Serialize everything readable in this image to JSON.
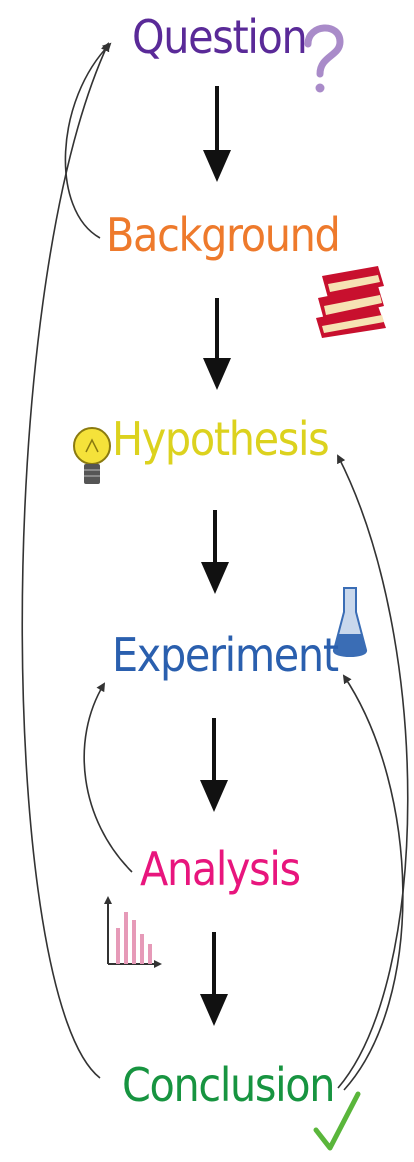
{
  "steps": [
    {
      "label": "Question",
      "color": "#5a2a98",
      "icon": "question-mark-icon"
    },
    {
      "label": "Background",
      "color": "#ee7a2c",
      "icon": "books-icon"
    },
    {
      "label": "Hypothesis",
      "color": "#dcd21e",
      "icon": "lightbulb-icon"
    },
    {
      "label": "Experiment",
      "color": "#2a5fae",
      "icon": "flask-icon"
    },
    {
      "label": "Analysis",
      "color": "#e8157d",
      "icon": "bar-chart-icon"
    },
    {
      "label": "Conclusion",
      "color": "#179440",
      "icon": "check-mark-icon"
    }
  ],
  "connectors": {
    "forward_color": "#111111",
    "feedback_color": "#333333"
  },
  "icon_colors": {
    "question_mark": "#a98bc9",
    "books_red": "#c8102e",
    "books_cream": "#f6e3b4",
    "bulb_glass": "#f5e23a",
    "bulb_base": "#555555",
    "flask_blue": "#3a6db5",
    "flask_light": "#c9d8ec",
    "chart_bars": "#e69ab8",
    "check_green": "#5ab63b"
  }
}
